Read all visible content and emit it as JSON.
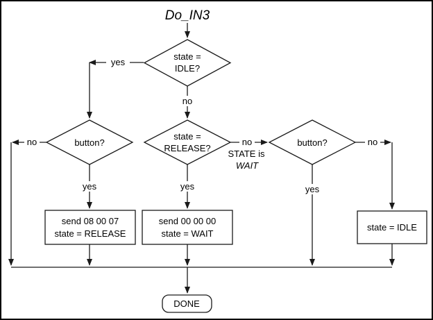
{
  "title": "Do_IN3",
  "nodes": {
    "decision_idle": {
      "line1": "state =",
      "line2": "IDLE?"
    },
    "decision_button_left": {
      "label": "button?"
    },
    "decision_release": {
      "line1": "state =",
      "line2": "RELEASE?"
    },
    "decision_button_right": {
      "label": "button?"
    },
    "process_send_release": {
      "line1": "send 08 00 07",
      "line2": "state = RELEASE"
    },
    "process_send_wait": {
      "line1": "send 00 00 00",
      "line2": "state = WAIT"
    },
    "process_set_idle": {
      "label": "state = IDLE"
    },
    "terminal_done": {
      "label": "DONE"
    }
  },
  "edges": {
    "idle_yes": "yes",
    "idle_no": "no",
    "button_left_no": "no",
    "button_left_yes": "yes",
    "release_yes": "yes",
    "release_no": "no",
    "release_no_note_line1": "STATE is",
    "release_no_note_line2": "WAIT",
    "button_right_no": "no",
    "button_right_yes": "yes"
  },
  "colors": {
    "line": "#1a1a1a",
    "text": "#000000",
    "background": "#ffffff",
    "border": "#000000"
  }
}
